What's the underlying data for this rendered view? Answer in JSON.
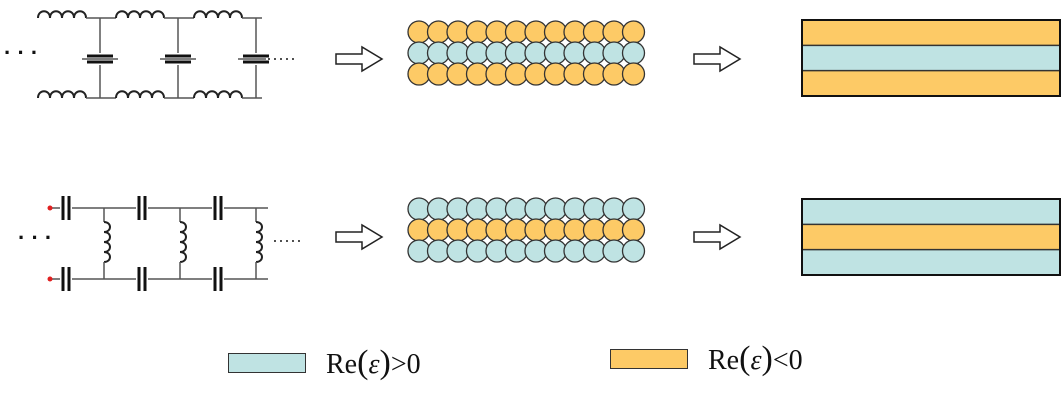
{
  "colors": {
    "positive": "#bfe3e3",
    "negative": "#fdca66",
    "stroke": "#333333",
    "wire": "#555555",
    "terminal": "#e02020"
  },
  "rows": [
    {
      "name": "inductor-series-capacitor-shunt",
      "circuit": "LC",
      "sphere_layers": [
        "negative",
        "positive",
        "negative"
      ],
      "stack_layers": [
        "negative",
        "positive",
        "negative"
      ]
    },
    {
      "name": "capacitor-series-inductor-shunt",
      "circuit": "CL",
      "sphere_layers": [
        "positive",
        "negative",
        "positive"
      ],
      "stack_layers": [
        "positive",
        "negative",
        "positive"
      ]
    }
  ],
  "legend": {
    "positive": {
      "prefix": "Re",
      "symbol": "ε",
      "relation": ">0"
    },
    "negative": {
      "prefix": "Re",
      "symbol": "ε",
      "relation": "<0"
    }
  }
}
